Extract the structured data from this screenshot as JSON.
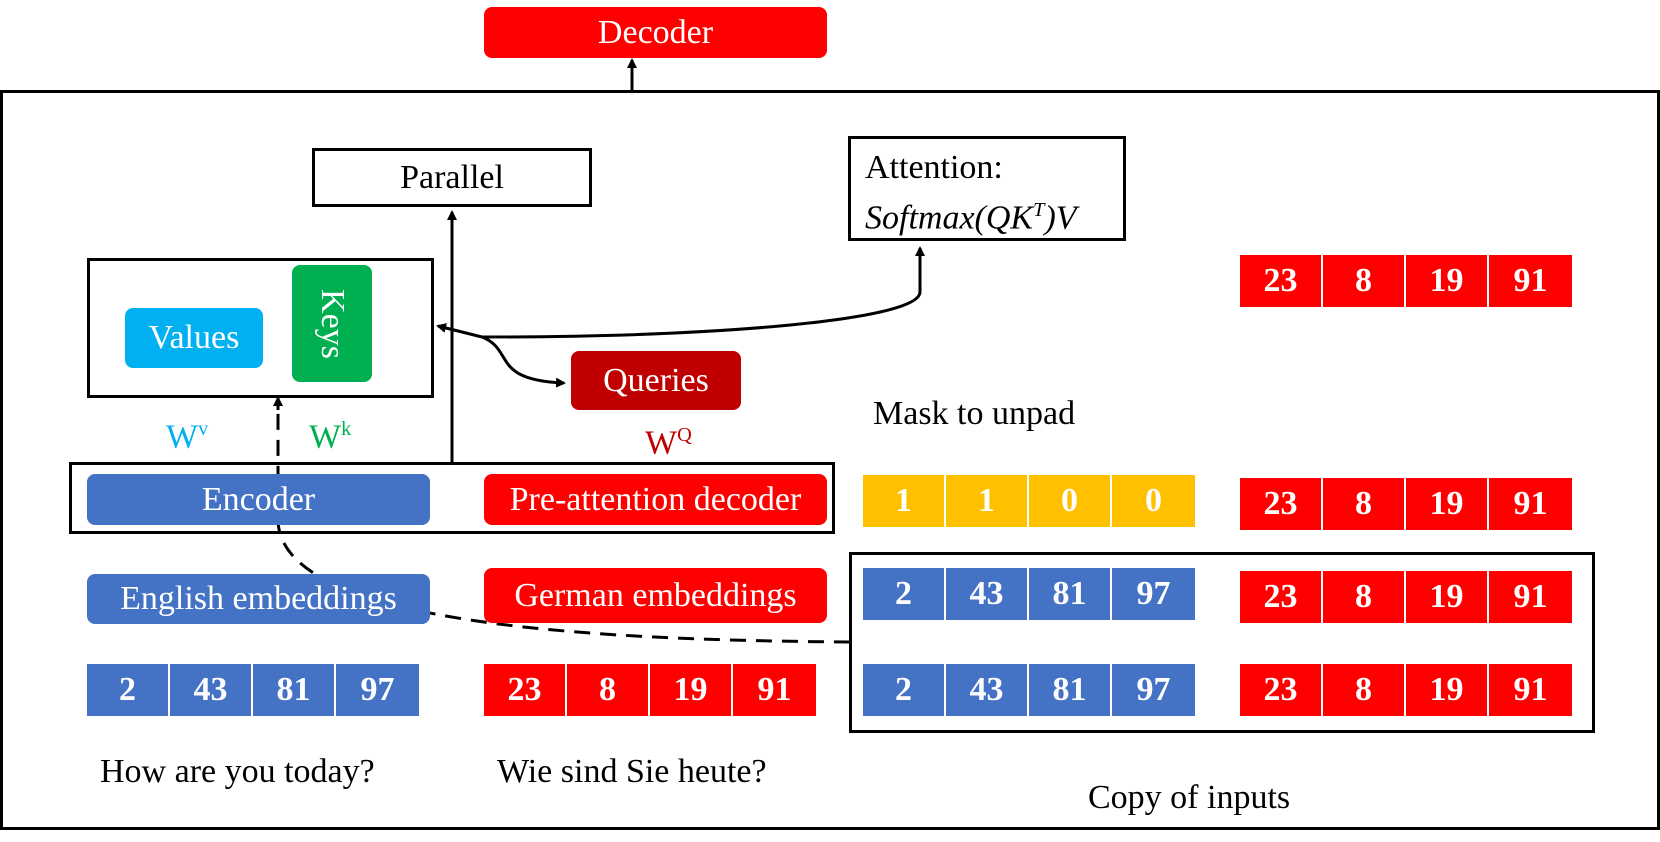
{
  "decoder": "Decoder",
  "parallel": "Parallel",
  "attention": {
    "label": "Attention:",
    "formula_main": "Softmax(QK",
    "formula_sup": "T",
    "formula_end": ")V"
  },
  "values": "Values",
  "keys": "Keys",
  "queries": "Queries",
  "weights": {
    "wv_base": "W",
    "wv_sup": "v",
    "wk_base": "W",
    "wk_sup": "k",
    "wq_base": "W",
    "wq_sup": "Q"
  },
  "encoder": "Encoder",
  "pre_attention_decoder": "Pre-attention decoder",
  "english_embeddings": "English embeddings",
  "german_embeddings": "German embeddings",
  "mask_label": "Mask to unpad",
  "copy_label": "Copy of inputs",
  "english_sentence": "How are you today?",
  "german_sentence": "Wie sind Sie heute?",
  "english_tokens": [
    "2",
    "43",
    "81",
    "97"
  ],
  "german_tokens": [
    "23",
    "8",
    "19",
    "91"
  ],
  "mask_values": [
    "1",
    "1",
    "0",
    "0"
  ],
  "copy_english_rows": [
    [
      "2",
      "43",
      "81",
      "97"
    ],
    [
      "2",
      "43",
      "81",
      "97"
    ]
  ],
  "german_rows": [
    [
      "23",
      "8",
      "19",
      "91"
    ],
    [
      "23",
      "8",
      "19",
      "91"
    ],
    [
      "23",
      "8",
      "19",
      "91"
    ],
    [
      "23",
      "8",
      "19",
      "91"
    ]
  ],
  "colors": {
    "blue": "#4472c4",
    "red": "#ff0000",
    "dark_red": "#c00000",
    "cyan": "#00b0f0",
    "green": "#00b050",
    "yellow": "#ffc000"
  }
}
